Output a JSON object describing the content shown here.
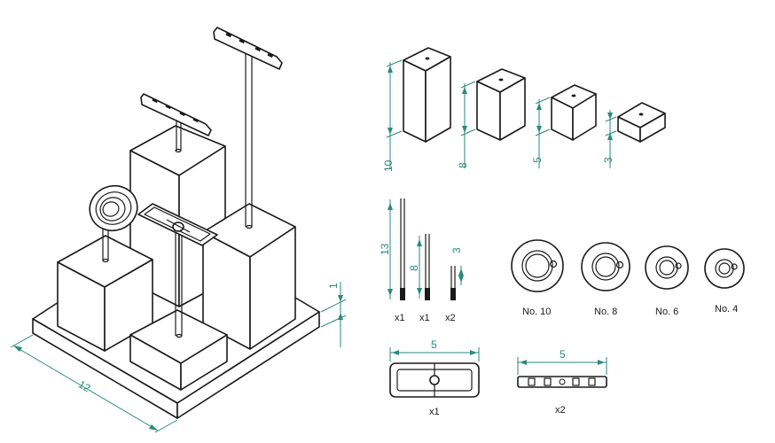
{
  "assembly": {
    "base_dim": "12",
    "base_thickness": "1"
  },
  "blocks": [
    {
      "dim": "10"
    },
    {
      "dim": "8"
    },
    {
      "dim": "5"
    },
    {
      "dim": "3"
    }
  ],
  "rods": [
    {
      "dim": "13",
      "qty": "x1"
    },
    {
      "dim": "8",
      "qty": "x1"
    },
    {
      "dim": "3",
      "qty": "x2"
    }
  ],
  "rings": [
    {
      "label": "No. 10"
    },
    {
      "label": "No. 8"
    },
    {
      "label": "No. 6"
    },
    {
      "label": "No. 4"
    }
  ],
  "tray": {
    "dim": "5",
    "qty": "x1"
  },
  "bar": {
    "dim": "5",
    "qty": "x2"
  }
}
